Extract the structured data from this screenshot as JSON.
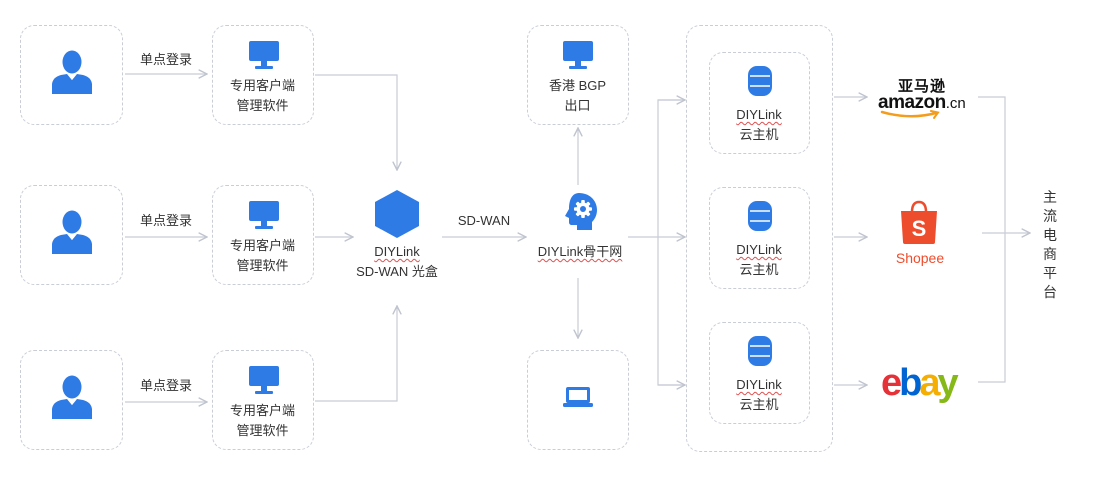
{
  "users": [
    {
      "link_label": "单点登录",
      "client_line1": "专用客户端",
      "client_line2": "管理软件"
    },
    {
      "link_label": "单点登录",
      "client_line1": "专用客户端",
      "client_line2": "管理软件"
    },
    {
      "link_label": "单点登录",
      "client_line1": "专用客户端",
      "client_line2": "管理软件"
    }
  ],
  "sdwan_box": {
    "line1": "DIYLink",
    "line2": "SD-WAN 光盒"
  },
  "sdwan_link": "SD-WAN",
  "backbone": "DIYLink骨干网",
  "hk_bgp": {
    "line1": "香港 BGP",
    "line2": "出口"
  },
  "cloud_hosts": [
    {
      "line1": "DIYLink",
      "line2": "云主机"
    },
    {
      "line1": "DIYLink",
      "line2": "云主机"
    },
    {
      "line1": "DIYLink",
      "line2": "云主机"
    }
  ],
  "platforms": {
    "amazon_cn": "亚马逊",
    "amazon_word": "amazon",
    "amazon_suffix": ".cn",
    "shopee": "Shopee",
    "ebay": [
      "e",
      "b",
      "a",
      "y"
    ]
  },
  "platform_title": "主流电商平台",
  "colors": {
    "accent": "#2f7be6",
    "line": "#c8ccd6",
    "shopee": "#ee4d2d"
  }
}
